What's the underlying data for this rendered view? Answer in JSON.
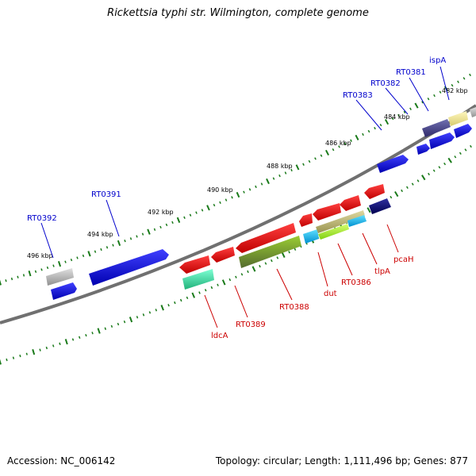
{
  "title": "Rickettsia typhi str. Wilmington, complete genome",
  "footer": {
    "accession": "Accession: NC_006142",
    "topology": "Topology: circular; Length: 1,111,496 bp; Genes: 877"
  },
  "scale_labels": [
    "482 kbp",
    "484 kbp",
    "486 kbp",
    "488 kbp",
    "490 kbp",
    "492 kbp",
    "494 kbp",
    "496 kbp"
  ],
  "genes_forward": [
    {
      "name": "ispA",
      "color": "#0000cc"
    },
    {
      "name": "RT0381",
      "color": "#0000cc"
    },
    {
      "name": "RT0382",
      "color": "#0000cc"
    },
    {
      "name": "RT0383",
      "color": "#0000cc"
    },
    {
      "name": "RT0391",
      "color": "#0000cc"
    },
    {
      "name": "RT0392",
      "color": "#0000cc"
    }
  ],
  "genes_reverse": [
    {
      "name": "pcaH",
      "color": "#cc0000"
    },
    {
      "name": "tlpA",
      "color": "#cc0000"
    },
    {
      "name": "RT0386",
      "color": "#cc0000"
    },
    {
      "name": "dut",
      "color": "#cc0000"
    },
    {
      "name": "RT0388",
      "color": "#cc0000"
    },
    {
      "name": "RT0389",
      "color": "#cc0000"
    },
    {
      "name": "ldcA",
      "color": "#cc0000"
    }
  ],
  "colors": {
    "backbone": "#808080",
    "tick": "#1a7a1a",
    "forward_label": "#0000cc",
    "reverse_label": "#cc0000",
    "blue": "#0000ee",
    "red": "#ee0000",
    "olive": "#6b8e23",
    "teal": "#20b2aa",
    "navy": "#101080",
    "slate": "#483d8b",
    "khaki": "#f0e68c",
    "gray": "#a9a9a9",
    "cyan": "#00bfff",
    "lime": "#adff2f",
    "darkkhaki": "#bdb76b"
  }
}
